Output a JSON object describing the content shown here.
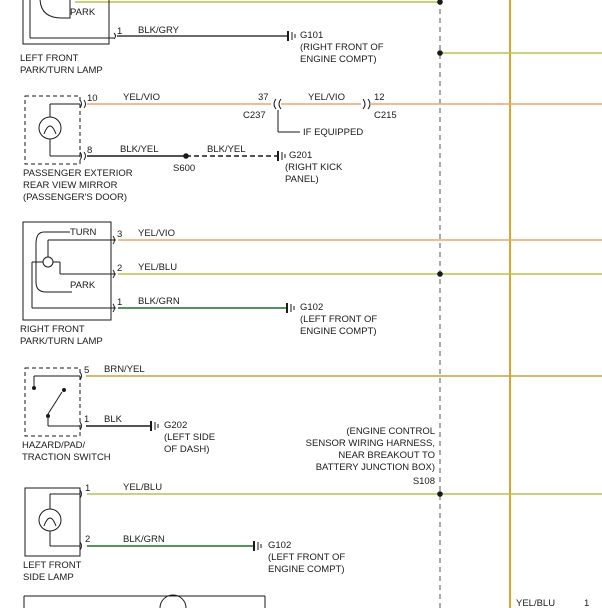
{
  "colors": {
    "background": "#ffffff",
    "ink": "#1a1a1a",
    "dash_line": "#555555",
    "wire_yel_vio": "#e8a86e",
    "wire_yel_blu": "#b9c24e",
    "wire_blk_gry": "#3a3a3a",
    "wire_blk_yel": "#1a1a1a",
    "wire_blk_grn": "#1f6e2a",
    "wire_brn_yel": "#c9a43a",
    "wire_blk": "#1a1a1a",
    "bus_vertical": "#d9a533"
  },
  "components": {
    "lf_park_turn": {
      "park_label": "PARK",
      "name_line1": "LEFT FRONT",
      "name_line2": "PARK/TURN LAMP",
      "pin1": "1",
      "wire1": "BLK/GRY"
    },
    "g101": {
      "id": "G101",
      "loc1": "(RIGHT FRONT OF",
      "loc2": "ENGINE COMPT)"
    },
    "mirror": {
      "name_line1": "PASSENGER EXTERIOR",
      "name_line2": "REAR VIEW MIRROR",
      "name_line3": "(PASSENGER'S DOOR)",
      "pin_top": "10",
      "wire_top": "YEL/VIO",
      "pin_bottom": "8",
      "wire_bottom": "BLK/YEL"
    },
    "c237": {
      "id": "C237",
      "pin": "37"
    },
    "c215": {
      "id": "C215",
      "pin": "12",
      "wire": "YEL/VIO"
    },
    "if_equipped": "IF EQUIPPED",
    "s600": {
      "id": "S600",
      "wire": "BLK/YEL"
    },
    "g201": {
      "id": "G201",
      "loc1": "(RIGHT KICK",
      "loc2": "PANEL)"
    },
    "rf_park_turn": {
      "turn_label": "TURN",
      "park_label": "PARK",
      "name_line1": "RIGHT FRONT",
      "name_line2": "PARK/TURN LAMP",
      "pin3": "3",
      "wire3": "YEL/VIO",
      "pin2": "2",
      "wire2": "YEL/BLU",
      "pin1": "1",
      "wire1": "BLK/GRN"
    },
    "g102_a": {
      "id": "G102",
      "loc1": "(LEFT FRONT OF",
      "loc2": "ENGINE COMPT)"
    },
    "hazard_switch": {
      "name_line1": "HAZARD/PAD/",
      "name_line2": "TRACTION SWITCH",
      "pin5": "5",
      "wire5": "BRN/YEL",
      "pin1": "1",
      "wire1": "BLK"
    },
    "g202": {
      "id": "G202",
      "loc1": "(LEFT SIDE",
      "loc2": "OF DASH)"
    },
    "s108": {
      "note1": "(ENGINE CONTROL",
      "note2": "SENSOR WIRING HARNESS,",
      "note3": "NEAR BREAKOUT TO",
      "note4": "BATTERY JUNCTION BOX)",
      "id": "S108"
    },
    "lf_side_lamp": {
      "name_line1": "LEFT FRONT",
      "name_line2": "SIDE LAMP",
      "pin1": "1",
      "wire1": "YEL/BLU",
      "pin2": "2",
      "wire2": "BLK/GRN"
    },
    "g102_b": {
      "id": "G102",
      "loc1": "(LEFT FRONT OF",
      "loc2": "ENGINE COMPT)"
    },
    "bottom_right": {
      "wire": "YEL/BLU",
      "pin": "1"
    }
  }
}
